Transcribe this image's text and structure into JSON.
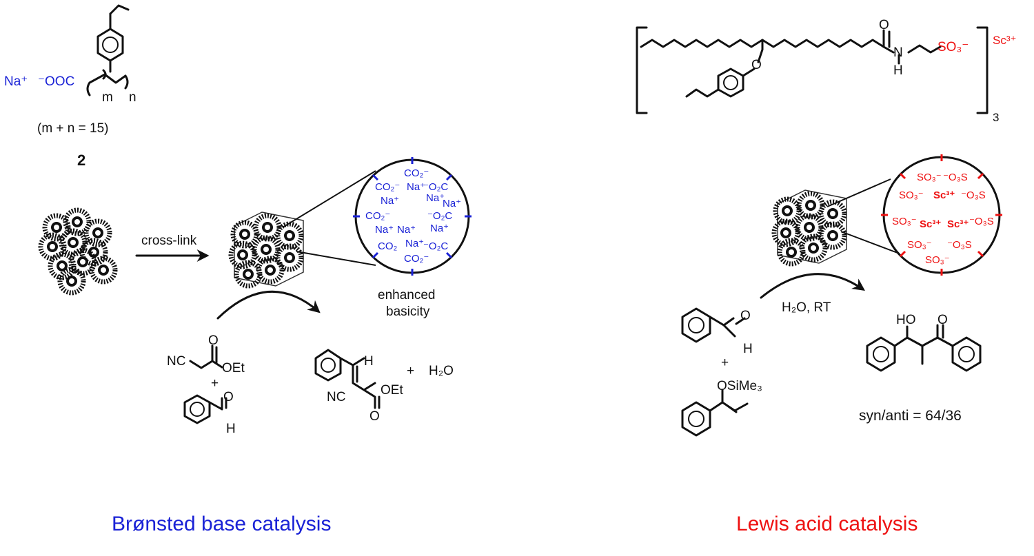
{
  "left": {
    "monomer": {
      "counterion": "Na⁺",
      "carboxylate": "⁻OOC",
      "sub_m": "m",
      "sub_n": "n",
      "constraint": "(m + n  = 15)",
      "compound_number": "2"
    },
    "process_label": "cross-link",
    "zoom": {
      "labels": [
        "CO₂⁻",
        "CO₂⁻",
        "Na⁺",
        "⁻O₂C",
        "Na⁺",
        "Na⁺",
        "CO₂⁻",
        "⁻O₂C",
        "Na⁺",
        "Na⁺",
        "Na⁺",
        "CO₂",
        "Na⁺",
        "⁻O₂C",
        "CO₂⁻",
        "Na⁺"
      ],
      "caption_line1": "enhanced",
      "caption_line2": "basicity"
    },
    "reaction": {
      "nc": "NC",
      "o": "O",
      "oet": "OEt",
      "plus": "+",
      "h": "H",
      "water": "H₂O"
    },
    "title": "Brønsted base catalysis",
    "title_color": "#1a22d6"
  },
  "right": {
    "monomer": {
      "o_carbonyl": "O",
      "n": "N",
      "h": "H",
      "o_ether": "O",
      "sulfonate": "SO₃⁻",
      "metal": "Sc³⁺",
      "subscript": "3"
    },
    "zoom": {
      "labels": [
        "SO₃⁻",
        "⁻O₃S",
        "SO₃⁻",
        "Sc³⁺",
        "⁻O₃S",
        "SO₃⁻",
        "Sc³⁺",
        "Sc³⁺",
        "⁻O₃S",
        "SO₃⁻",
        "⁻O₃S",
        "SO₃⁻"
      ]
    },
    "conditions": "H₂O, RT",
    "reaction": {
      "o": "O",
      "h": "H",
      "plus": "+",
      "silyl_ether": "OSiMe₃",
      "ho": "HO",
      "o_ketone": "O"
    },
    "selectivity": "syn/anti = 64/36",
    "title": "Lewis acid catalysis",
    "title_color": "#ee1111"
  },
  "colors": {
    "blue": "#1a22d6",
    "red": "#ee1111",
    "ink": "#111111"
  }
}
